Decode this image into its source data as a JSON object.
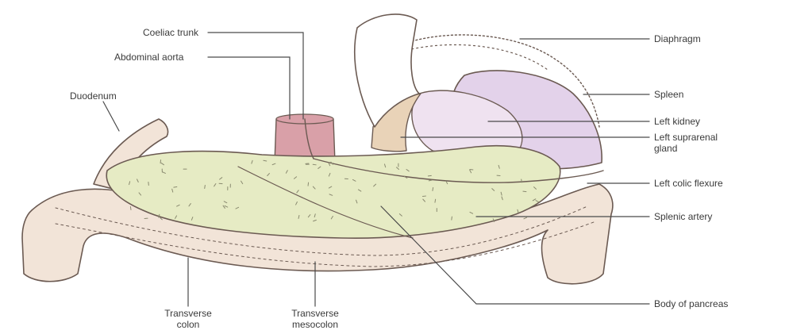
{
  "labels": {
    "coeliac_trunk": "Coeliac trunk",
    "abdominal_aorta": "Abdominal aorta",
    "duodenum": "Duodenum",
    "diaphragm": "Diaphragm",
    "spleen": "Spleen",
    "left_kidney": "Left kidney",
    "left_suprarenal_gland": "Left suprarenal\ngland",
    "left_colic_flexure": "Left colic flexure",
    "splenic_artery": "Splenic artery",
    "body_of_pancreas": "Body of pancreas",
    "transverse_colon": "Transverse\ncolon",
    "transverse_mesocolon": "Transverse\nmesocolon"
  },
  "colors": {
    "outline": "#6b5a52",
    "leader": "#4a4a4a",
    "pancreas": "#e6ebc4",
    "colon": "#f2e4d8",
    "spleen": "#e3d2ea",
    "kidney": "#efe2f0",
    "aorta": "#d9a0a8",
    "suprarenal": "#e9d3b8"
  }
}
